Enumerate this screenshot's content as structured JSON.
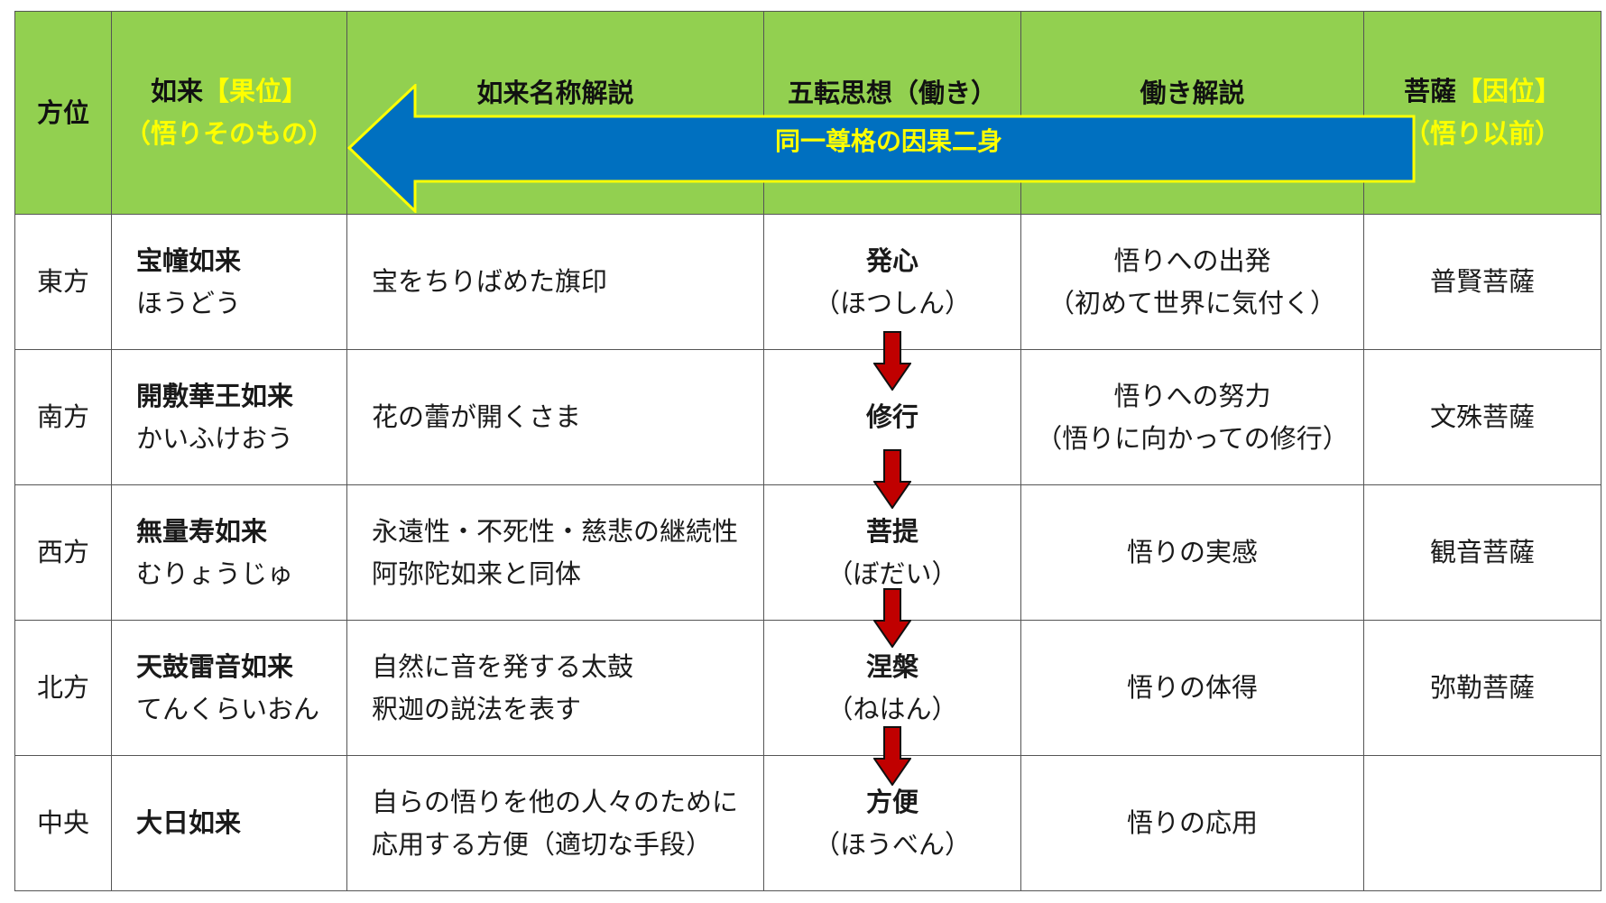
{
  "header": {
    "col1": "方位",
    "col2_main": "如来",
    "col2_tag": "【果位】",
    "col2_sub": "（悟りそのもの）",
    "col3": "如来名称解説",
    "col4": "五転思想（働き）",
    "col5": "働き解説",
    "col6_main": "菩薩",
    "col6_tag": "【因位】",
    "col6_sub": "（悟り以前）",
    "arrow_label": "同一尊格の因果二身"
  },
  "rows": [
    {
      "direction": "東方",
      "nyorai": "宝幢如来",
      "nyorai_reading": "ほうどう",
      "explain_1": "宝をちりばめた旗印",
      "explain_2": "",
      "goten": "発心",
      "goten_reading": "（ほつしん）",
      "work_1": "悟りへの出発",
      "work_2": "（初めて世界に気付く）",
      "bosatsu": "普賢菩薩"
    },
    {
      "direction": "南方",
      "nyorai": "開敷華王如来",
      "nyorai_reading": "かいふけおう",
      "explain_1": "花の蕾が開くさま",
      "explain_2": "",
      "goten": "修行",
      "goten_reading": "",
      "work_1": "悟りへの努力",
      "work_2": "（悟りに向かっての修行）",
      "bosatsu": "文殊菩薩"
    },
    {
      "direction": "西方",
      "nyorai": "無量寿如来",
      "nyorai_reading": "むりょうじゅ",
      "explain_1": "永遠性・不死性・慈悲の継続性",
      "explain_2": "阿弥陀如来と同体",
      "goten": "菩提",
      "goten_reading": "（ぼだい）",
      "work_1": "悟りの実感",
      "work_2": "",
      "bosatsu": "観音菩薩"
    },
    {
      "direction": "北方",
      "nyorai": "天鼓雷音如来",
      "nyorai_reading": "てんくらいおん",
      "explain_1": "自然に音を発する太鼓",
      "explain_2": "釈迦の説法を表す",
      "goten": "涅槃",
      "goten_reading": "（ねはん）",
      "work_1": "悟りの体得",
      "work_2": "",
      "bosatsu": "弥勒菩薩"
    },
    {
      "direction": "中央",
      "nyorai": "大日如来",
      "nyorai_reading": "",
      "explain_1": "自らの悟りを他の人々のために",
      "explain_2": "応用する方便（適切な手段）",
      "goten": "方便",
      "goten_reading": "（ほうべん）",
      "work_1": "悟りの応用",
      "work_2": "",
      "bosatsu": ""
    }
  ],
  "colors": {
    "header_bg": "#92d050",
    "header_highlight": "#ffff00",
    "big_arrow_fill": "#0070c0",
    "big_arrow_outline": "#ffff00",
    "down_arrow_fill": "#c00000"
  }
}
